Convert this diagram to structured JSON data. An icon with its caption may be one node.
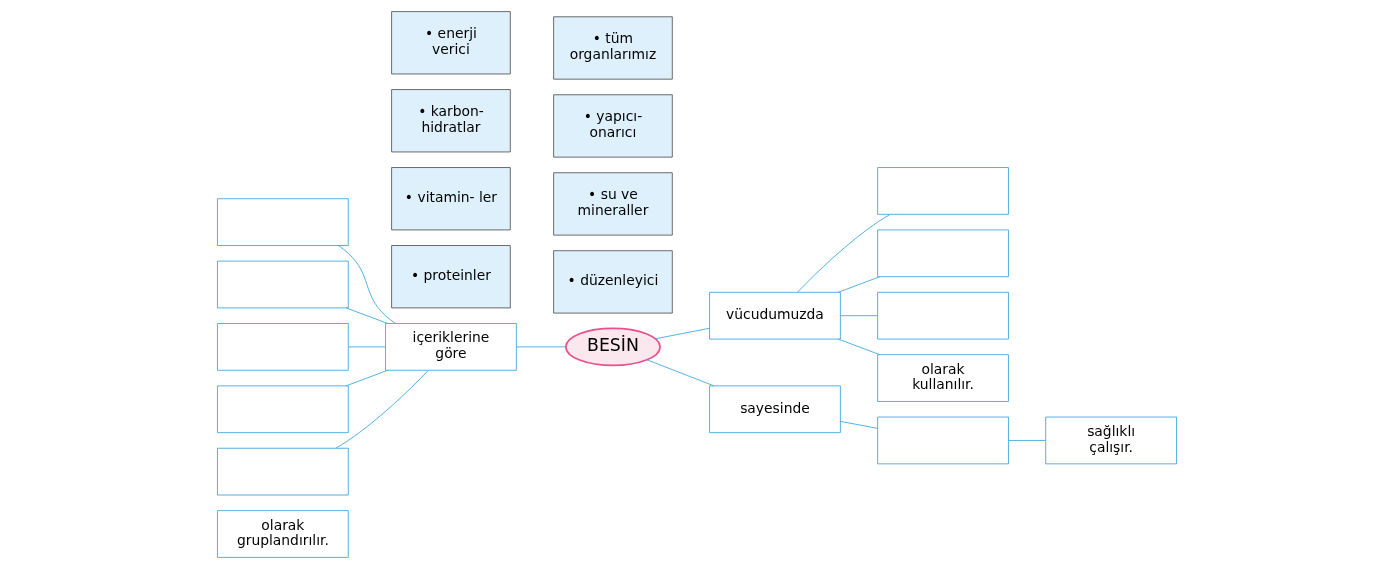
{
  "diagram": {
    "nodes": [
      {
        "text": [
          "BESİN"
        ]
      },
      {
        "text": [
          "içeriklerine göre"
        ]
      },
      {
        "text": [
          "vücudumuzda"
        ]
      },
      {
        "text": [
          "sayesinde"
        ]
      },
      {
        "text": [],
        "shape": "box"
      },
      {
        "text": [
          "sağlıklı çalışır."
        ]
      },
      {
        "text": [],
        "shape": "box"
      },
      {
        "text": [],
        "shape": "box"
      },
      {
        "text": [],
        "shape": "box"
      },
      {
        "text": [],
        "shape": "box"
      },
      {
        "text": [],
        "shape": "box"
      },
      {
        "text": [
          "olarak gruplandırılır."
        ]
      },
      {
        "text": [],
        "shape": "box"
      },
      {
        "text": [],
        "shape": "box"
      },
      {
        "text": [],
        "shape": "box"
      },
      {
        "text": [
          "olarak kullanılır."
        ]
      },
      {
        "text": [
          "• düzenleyici"
        ]
      },
      {
        "text": [
          "• su ve mineraller"
        ]
      },
      {
        "text": [
          "• yapıcı- onarıcı"
        ]
      },
      {
        "text": [
          "• tüm organlarımız"
        ]
      },
      {
        "text": [
          "• proteinler"
        ]
      },
      {
        "text": [
          "• vitamin- ler"
        ]
      },
      {
        "text": [
          "• karbon- hidratlar"
        ]
      },
      {
        "text": [
          "• enerji verici"
        ]
      }
    ],
    "edges": [
      {
        "from": 1,
        "to": 0,
        "arrow": "none"
      },
      {
        "from": 0,
        "to": 2,
        "arrow": "none"
      },
      {
        "from": 0,
        "to": 3,
        "arrow": "none"
      },
      {
        "from": 3,
        "to": 4,
        "arrow": "none"
      },
      {
        "from": 4,
        "to": 5,
        "arrow": "none"
      },
      {
        "from": 6,
        "to": 1,
        "arrow": "none"
      },
      {
        "from": 7,
        "to": 1,
        "arrow": "none"
      },
      {
        "from": 8,
        "to": 1,
        "arrow": "none"
      },
      {
        "from": 9,
        "to": 1,
        "arrow": "none"
      },
      {
        "from": 10,
        "to": 1,
        "arrow": "none"
      },
      {
        "from": 2,
        "to": 12,
        "arrow": "none"
      },
      {
        "from": 2,
        "to": 13,
        "arrow": "none"
      },
      {
        "from": 2,
        "to": 14,
        "arrow": "none"
      },
      {
        "from": 2,
        "to": 15,
        "arrow": "none"
      }
    ]
  }
}
